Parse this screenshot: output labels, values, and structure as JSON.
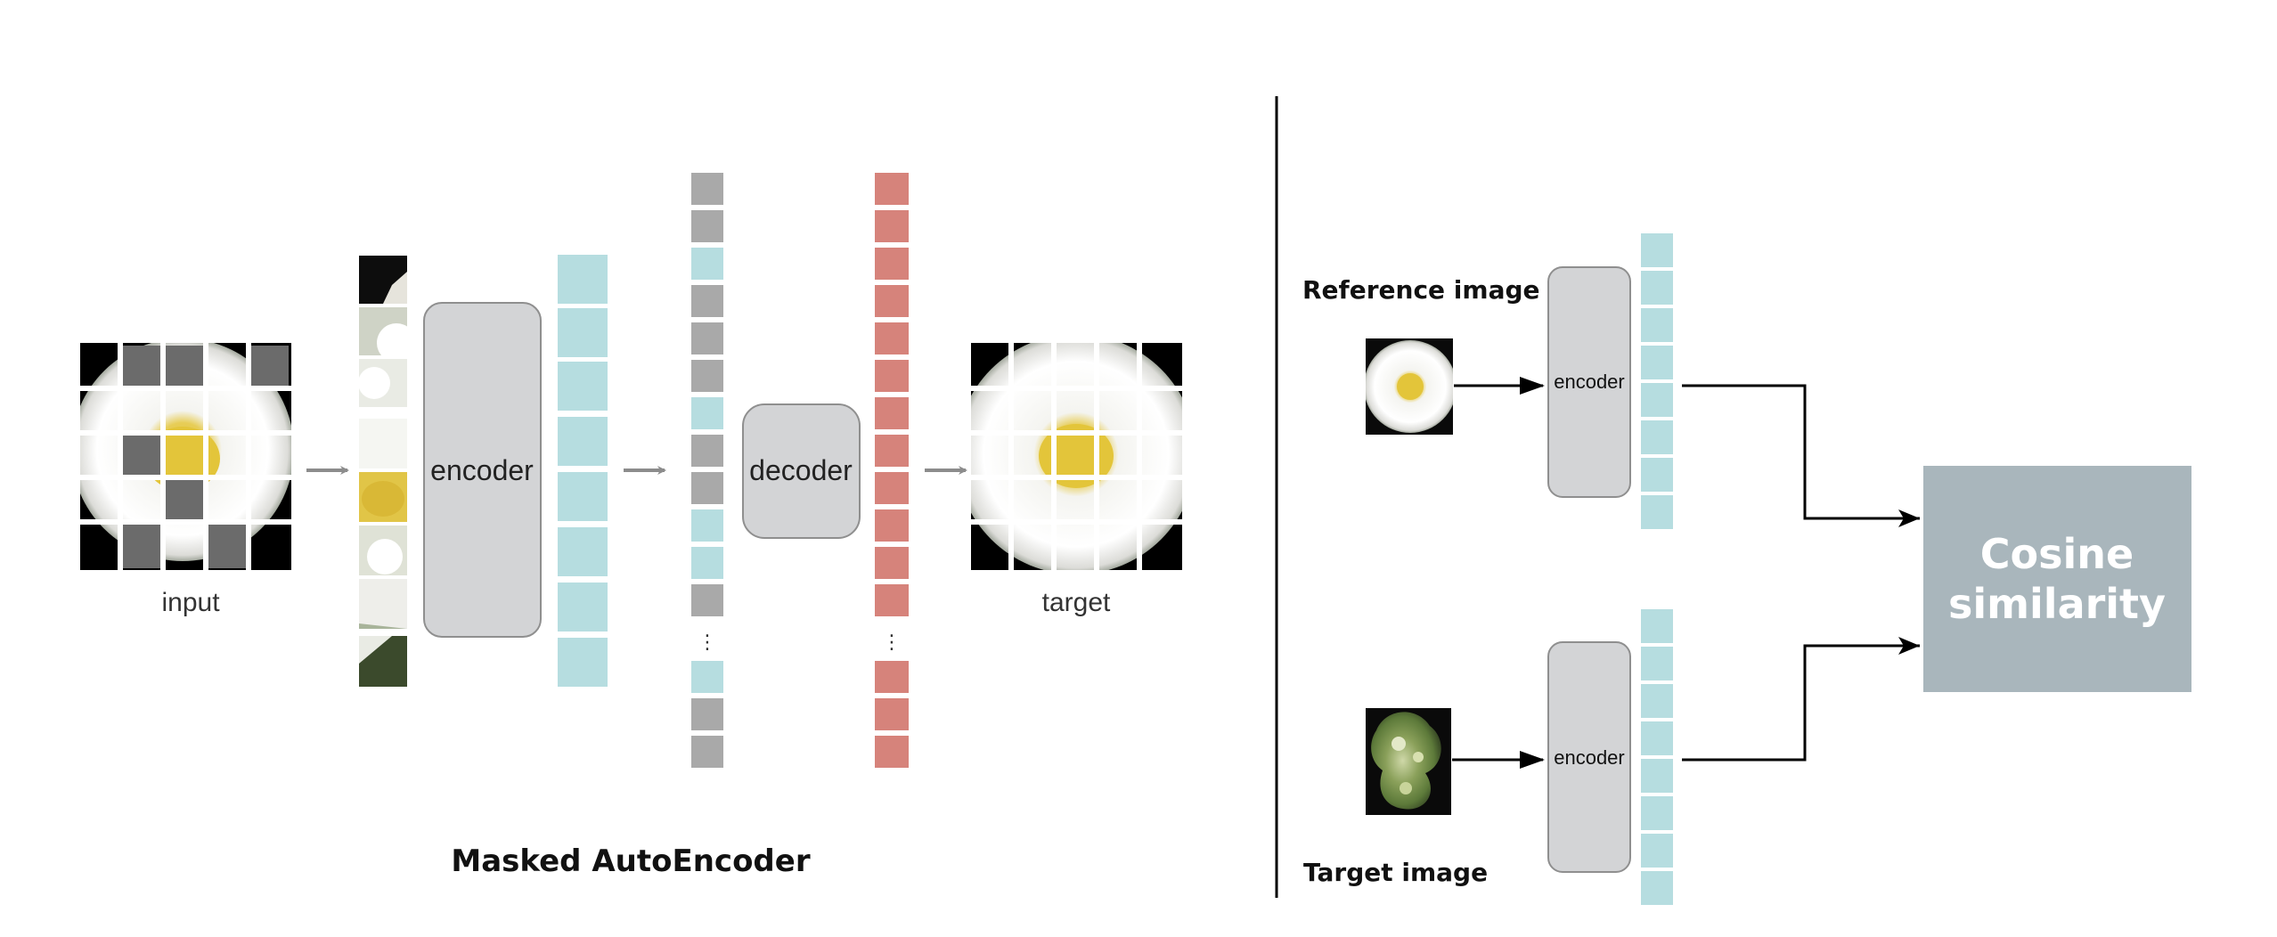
{
  "left_panel": {
    "input_label": "input",
    "encoder_label": "encoder",
    "decoder_label": "decoder",
    "target_label": "target",
    "caption": "Masked AutoEncoder",
    "ellipsis": "⋮",
    "gray_column_pattern": [
      "gray",
      "gray",
      "cyan",
      "gray",
      "gray",
      "gray",
      "cyan",
      "gray",
      "gray",
      "cyan",
      "cyan",
      "gray"
    ],
    "gray_column_tail": [
      "cyan",
      "gray",
      "gray"
    ]
  },
  "right_panel": {
    "reference_label": "Reference image",
    "target_label": "Target image",
    "encoder_top_label": "encoder",
    "encoder_bottom_label": "encoder",
    "similarity_line1": "Cosine",
    "similarity_line2": "similarity"
  },
  "colors": {
    "cyan_token": "#b6dde0",
    "gray_token": "#a9a9a9",
    "red_token": "#d6837b",
    "mask_gray": "#6b6b6b",
    "encoder_box": "#d3d4d6",
    "similarity_box": "#a9b6bc",
    "arrow_gray": "#8c8c8c",
    "flower_yellow": "#e3c53a"
  }
}
